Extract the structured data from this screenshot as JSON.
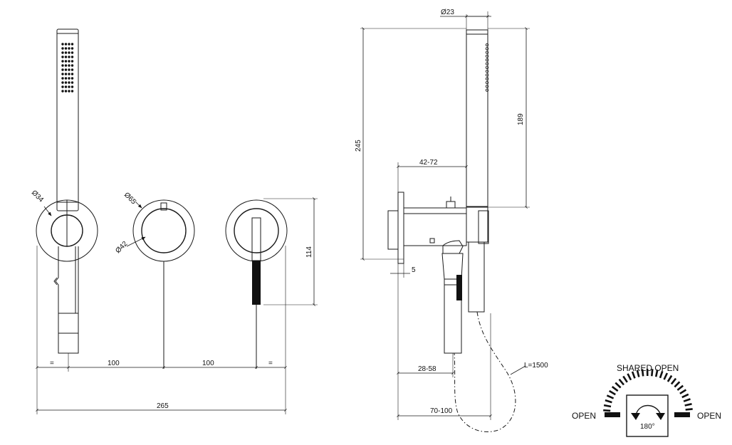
{
  "front_view": {
    "dim_shower_dia": "Ø34",
    "dim_outer_dia": "Ø65",
    "dim_knob_dia": "Ø42",
    "dim_height": "114",
    "dim_eq_left": "=",
    "dim_spacing_1": "100",
    "dim_spacing_2": "100",
    "dim_eq_right": "=",
    "dim_total": "265"
  },
  "side_view": {
    "dim_head_dia": "Ø23",
    "dim_total_height": "245",
    "dim_head_length": "189",
    "dim_projection": "42-72",
    "dim_plate": "5",
    "dim_lower": "28-58",
    "dim_bottom": "70-100",
    "dim_hose": "L=1500"
  },
  "legend": {
    "shared_open": "SHARED OPEN",
    "open_left": "OPEN",
    "open_right": "OPEN",
    "rotation": "180°"
  }
}
